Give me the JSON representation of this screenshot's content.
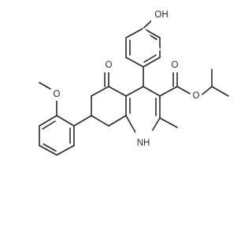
{
  "atoms": {
    "hydroxyl": "OH",
    "ketone_oxygen": "O",
    "ester_carbonyl_oxygen": "O",
    "ester_oxygen": "O",
    "methoxy_oxygen": "O",
    "ring_nh": "NH"
  }
}
